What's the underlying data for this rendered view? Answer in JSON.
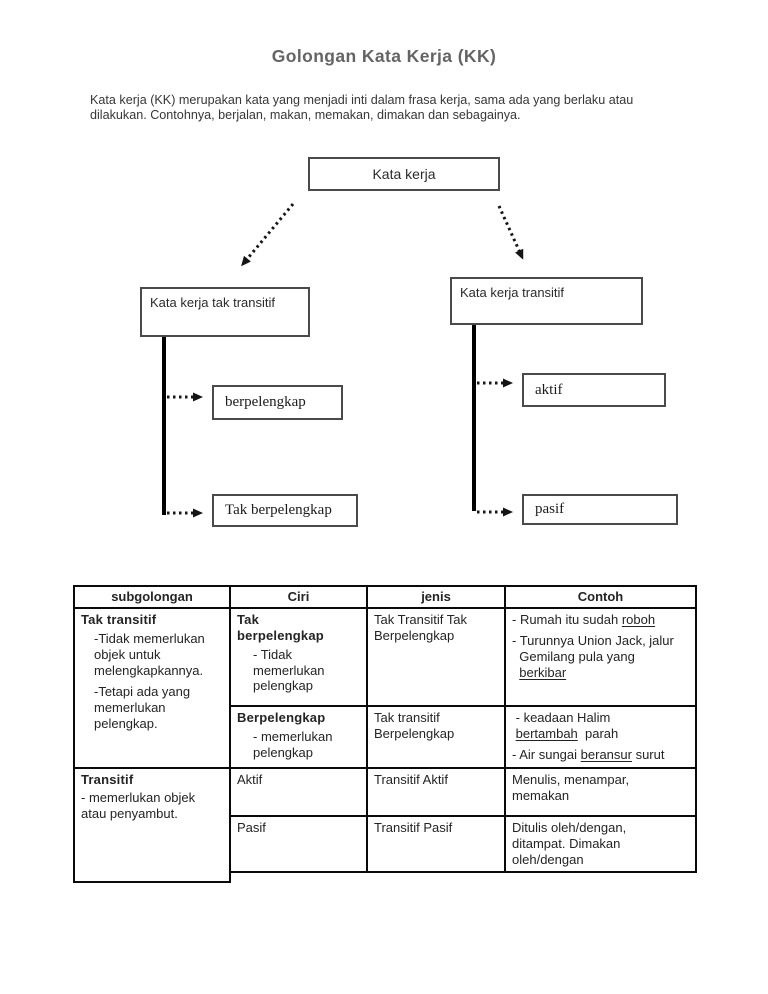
{
  "page": {
    "title": "Golongan Kata Kerja (KK)",
    "intro": "Kata kerja (KK) merupakan kata yang menjadi inti dalam frasa kerja, sama ada yang berlaku atau dilakukan. Contohnya, berjalan, makan, memakan, dimakan dan sebagainya."
  },
  "diagram": {
    "root": "Kata kerja",
    "left_branch": "Kata kerja tak transitif",
    "right_branch": "Kata kerja transitif",
    "left_children": [
      "berpelengkap",
      "Tak berpelengkap"
    ],
    "right_children": [
      "aktif",
      "pasif"
    ]
  },
  "table": {
    "headers": [
      "subgolongan",
      "Ciri",
      "jenis",
      "Contoh"
    ],
    "group1": {
      "subgolongan_title": "Tak transitif",
      "subgolongan_points": [
        "-Tidak memerlukan objek untuk melengkapkannya.",
        "-Tetapi ada yang memerlukan pelengkap."
      ],
      "rows": [
        {
          "ciri_title": "Tak berpelengkap",
          "ciri_note": "- Tidak memerlukan pelengkap",
          "jenis": "Tak Transitif Tak Berpelengkap",
          "contoh": [
            [
              {
                "t": "- Rumah itu sudah "
              },
              {
                "t": "roboh",
                "u": true
              }
            ],
            [
              {
                "t": "- Turunnya Union Jack, jalur"
              }
            ],
            [
              {
                "t": "  Gemilang pula yang"
              }
            ],
            [
              {
                "t": "  "
              },
              {
                "t": "berkibar",
                "u": true
              }
            ]
          ]
        },
        {
          "ciri_title": "Berpelengkap",
          "ciri_note": "- memerlukan pelengkap",
          "jenis": "Tak transitif Berpelengkap",
          "contoh": [
            [
              {
                "t": " - keadaan Halim"
              }
            ],
            [
              {
                "t": " "
              },
              {
                "t": "bertambah",
                "u": true
              },
              {
                "t": "  parah"
              }
            ],
            [
              {
                "t": "- Air sungai "
              },
              {
                "t": "beransur",
                "u": true
              },
              {
                "t": " surut"
              }
            ]
          ]
        }
      ]
    },
    "group2": {
      "subgolongan_title": "Transitif",
      "subgolongan_points": [
        "- memerlukan objek atau penyambut."
      ],
      "rows": [
        {
          "ciri_title": "Aktif",
          "jenis": "Transitif Aktif",
          "contoh": [
            [
              {
                "t": "Menulis, menampar,"
              }
            ],
            [
              {
                "t": "memakan"
              }
            ]
          ]
        },
        {
          "ciri_title": "Pasif",
          "jenis": "Transitif Pasif",
          "contoh": [
            [
              {
                "t": "Ditulis oleh/dengan,"
              }
            ],
            [
              {
                "t": "ditampat. Dimakan"
              }
            ],
            [
              {
                "t": "oleh/dengan"
              }
            ]
          ]
        }
      ]
    }
  }
}
